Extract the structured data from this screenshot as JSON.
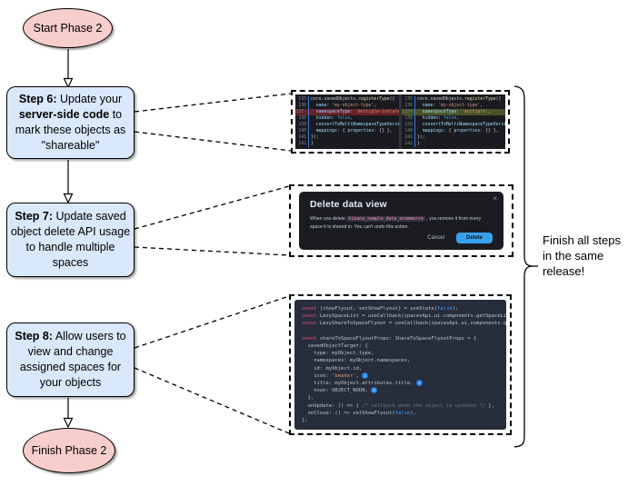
{
  "colors": {
    "step_box_fill": "#dae8fc",
    "terminator_fill": "#f8cecc",
    "outline": "#000000",
    "diff_removed_bg": "#67222a",
    "diff_added_bg": "#4a5227",
    "delete_button_blue": "#36a2ef",
    "inline_code_pink": "#f38fb7",
    "code_keyword_red": "#e0607e",
    "badge_blue": "#1f7fe8"
  },
  "flowchart": {
    "start_label": "Start Phase 2",
    "finish_label": "Finish Phase 2",
    "steps": [
      {
        "segments": [
          {
            "b": true,
            "t": "Step 6:"
          },
          {
            "t": " Update your "
          },
          {
            "b": true,
            "t": "server-side code"
          },
          {
            "t": " to mark these objects as \"shareable\""
          }
        ]
      },
      {
        "segments": [
          {
            "b": true,
            "t": "Step 7:"
          },
          {
            "t": " Update saved object delete API usage to handle multiple spaces"
          }
        ]
      },
      {
        "segments": [
          {
            "b": true,
            "t": "Step 8:"
          },
          {
            "t": " Allow users to view and change assigned spaces for your objects"
          }
        ]
      }
    ],
    "brace_label_lines": [
      "Finish all steps",
      "in the same",
      "release!"
    ]
  },
  "diff_screenshot": {
    "left": [
      {
        "n": "135",
        "segs": [
          [
            "t",
            "core.savedObjects."
          ],
          [
            "f",
            "registerType"
          ],
          [
            "t",
            "({"
          ]
        ]
      },
      {
        "n": "136",
        "segs": [
          [
            "i",
            "  name"
          ],
          [
            "t",
            ": "
          ],
          [
            "s",
            "'my-object-type'"
          ],
          [
            "t",
            ","
          ]
        ]
      },
      {
        "n": "137-",
        "hl": "del",
        "segs": [
          [
            "i",
            "  namespaceType"
          ],
          [
            "t",
            ": "
          ],
          [
            "s",
            "'multiple-isolated'"
          ],
          [
            "t",
            ","
          ]
        ]
      },
      {
        "n": "138",
        "segs": [
          [
            "i",
            "  hidden"
          ],
          [
            "t",
            ": "
          ],
          [
            "k",
            "false"
          ],
          [
            "t",
            ","
          ]
        ]
      },
      {
        "n": "139",
        "segs": [
          [
            "i",
            "  convertToMultiNamespaceTypeVersion"
          ],
          [
            "t",
            ": "
          ],
          [
            "s",
            "'"
          ]
        ]
      },
      {
        "n": "140",
        "segs": [
          [
            "i",
            "  mappings"
          ],
          [
            "t",
            ": { "
          ],
          [
            "i",
            "properties"
          ],
          [
            "t",
            ": {} },"
          ]
        ]
      },
      {
        "n": "141",
        "segs": [
          [
            "t",
            "});"
          ]
        ]
      },
      {
        "n": "142",
        "segs": [
          [
            "t",
            "}"
          ]
        ]
      }
    ],
    "right": [
      {
        "n": "135",
        "segs": [
          [
            "t",
            "core.savedObjects."
          ],
          [
            "f",
            "registerType"
          ],
          [
            "t",
            "({"
          ]
        ]
      },
      {
        "n": "136",
        "segs": [
          [
            "i",
            "  name"
          ],
          [
            "t",
            ": "
          ],
          [
            "s",
            "'my-object-type'"
          ],
          [
            "t",
            ","
          ]
        ]
      },
      {
        "n": "137+",
        "hl": "add",
        "segs": [
          [
            "i",
            "  namespaceType"
          ],
          [
            "t",
            ": "
          ],
          [
            "s",
            "'multiple'"
          ],
          [
            "t",
            ","
          ]
        ]
      },
      {
        "n": "138",
        "segs": [
          [
            "i",
            "  hidden"
          ],
          [
            "t",
            ": "
          ],
          [
            "k",
            "false"
          ],
          [
            "t",
            ","
          ]
        ]
      },
      {
        "n": "139",
        "segs": [
          [
            "i",
            "  convertToMultiNamespaceTypeVersion"
          ],
          [
            "t",
            ": "
          ],
          [
            "s",
            "'"
          ]
        ]
      },
      {
        "n": "140",
        "segs": [
          [
            "i",
            "  mappings"
          ],
          [
            "t",
            ": { "
          ],
          [
            "i",
            "properties"
          ],
          [
            "t",
            ": {} },"
          ]
        ]
      },
      {
        "n": "141",
        "segs": [
          [
            "t",
            "});"
          ]
        ]
      },
      {
        "n": "142",
        "segs": [
          [
            "t",
            "}"
          ]
        ]
      }
    ]
  },
  "dialog_screenshot": {
    "title": "Delete data view",
    "close_glyph": "×",
    "body_prefix": "When you delete ",
    "inline_code": "kibana_sample_data_ecommerce",
    "body_suffix": " , you remove it from every space it is shared in. You can't undo this action.",
    "cancel_label": "Cancel",
    "delete_label": "Delete"
  },
  "code_screenshot": {
    "lines": [
      [
        [
          "k",
          "const"
        ],
        [
          "t",
          " [showFlyout, setShowFlyout] = useState("
        ],
        [
          "v",
          "false"
        ],
        [
          "t",
          ");"
        ]
      ],
      [
        [
          "k",
          "const"
        ],
        [
          "t",
          " LazySpaceList = useCallback(spacesApi.ui.components.getSpaceList"
        ]
      ],
      [
        [
          "k",
          "const"
        ],
        [
          "t",
          " LazyShareToSpaceFlyout = useCallback(spacesApi.ui.components.get"
        ]
      ],
      [],
      [
        [
          "k",
          "const"
        ],
        [
          "t",
          " shareToSpaceFlyoutProps: ShareToSpaceFlyoutProps = {"
        ]
      ],
      [
        [
          "t",
          "  savedObjectTarget: {"
        ]
      ],
      [
        [
          "t",
          "    type: myObject.type,"
        ]
      ],
      [
        [
          "t",
          "    namespaces: myObject.namespaces,"
        ]
      ],
      [
        [
          "t",
          "    id: myObject.id,"
        ]
      ],
      [
        [
          "t",
          "    icon: "
        ],
        [
          "s",
          "'beaker'"
        ],
        [
          "t",
          ", "
        ],
        [
          "b",
          "1"
        ]
      ],
      [
        [
          "t",
          "    title: myObject.attributes.title, "
        ],
        [
          "b",
          "2"
        ]
      ],
      [
        [
          "t",
          "    noun: OBJECT_NOUN, "
        ],
        [
          "b",
          "3"
        ]
      ],
      [
        [
          "t",
          "  },"
        ]
      ],
      [
        [
          "t",
          "  onUpdate: () => { "
        ],
        [
          "c",
          "/* callback when the object is updated */"
        ],
        [
          "t",
          " },"
        ]
      ],
      [
        [
          "t",
          "  onClose: () => setShowFlyout("
        ],
        [
          "v",
          "false"
        ],
        [
          "t",
          "),"
        ]
      ],
      [
        [
          "t",
          "};"
        ]
      ]
    ]
  }
}
